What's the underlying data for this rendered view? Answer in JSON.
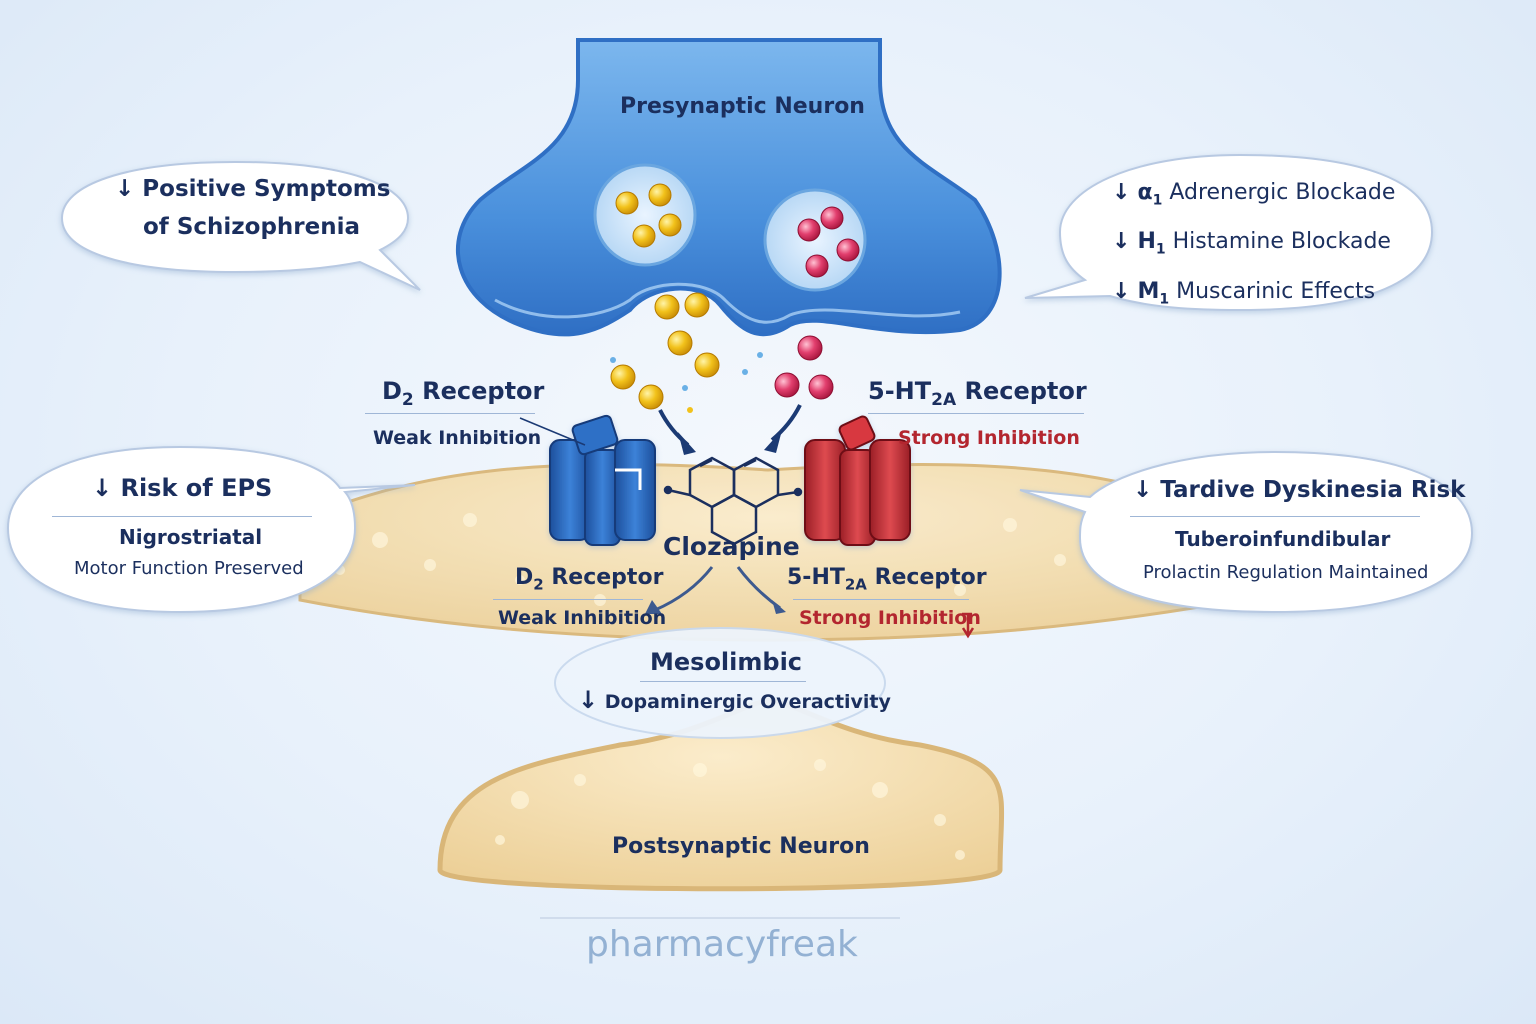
{
  "presynaptic": {
    "label": "Presynaptic Neuron"
  },
  "postsynaptic": {
    "label": "Postsynaptic Neuron"
  },
  "drug": {
    "label": "Clozapine"
  },
  "upper_receptors": {
    "d2": {
      "base": "D",
      "sub": "2",
      "rest": " Receptor",
      "effect": "Weak Inhibition"
    },
    "ht2a": {
      "base": "5-HT",
      "sub": "2A",
      "rest": " Receptor",
      "effect": "Strong Inhibition"
    }
  },
  "lower_receptors": {
    "d2": {
      "base": "D",
      "sub": "2",
      "rest": " Receptor",
      "effect": "Weak Inhibition"
    },
    "ht2a": {
      "base": "5-HT",
      "sub": "2A",
      "rest": " Receptor",
      "effect": "Strong Inhibition"
    }
  },
  "bubbles": {
    "positive": {
      "arrow": "↓",
      "line1": "Positive Symptoms",
      "line2": "of Schizophrenia"
    },
    "receptors": [
      {
        "arrow": "↓",
        "symbol": "α",
        "sub": "1",
        "text": "Adrenergic Blockade"
      },
      {
        "arrow": "↓",
        "symbol": "H",
        "sub": "1",
        "text": "Histamine Blockade"
      },
      {
        "arrow": "↓",
        "symbol": "M",
        "sub": "1",
        "text": "Muscarinic Effects"
      }
    ],
    "eps": {
      "arrow": "↓",
      "title": "Risk of EPS",
      "pathway": "Nigrostriatal",
      "detail": "Motor Function Preserved"
    },
    "tardive": {
      "arrow": "↓",
      "title": "Tardive Dyskinesia Risk",
      "pathway": "Tuberoinfundibular",
      "detail": "Prolactin Regulation Maintained"
    },
    "mesolimbic": {
      "arrow": "↓",
      "title": "Mesolimbic",
      "detail": "Dopaminergic Overactivity"
    }
  },
  "watermark": "pharmacyfreak",
  "colors": {
    "presynaptic_blue": "#3b82d6",
    "d2_receptor_blue": "#2563b8",
    "ht2a_receptor_red": "#c8323a",
    "dopamine_yellow": "#f2c21b",
    "serotonin_pink": "#e23f6e",
    "membrane_tan": "#f3dcae",
    "text_navy": "#1b2f5e",
    "text_red": "#b3262f"
  }
}
